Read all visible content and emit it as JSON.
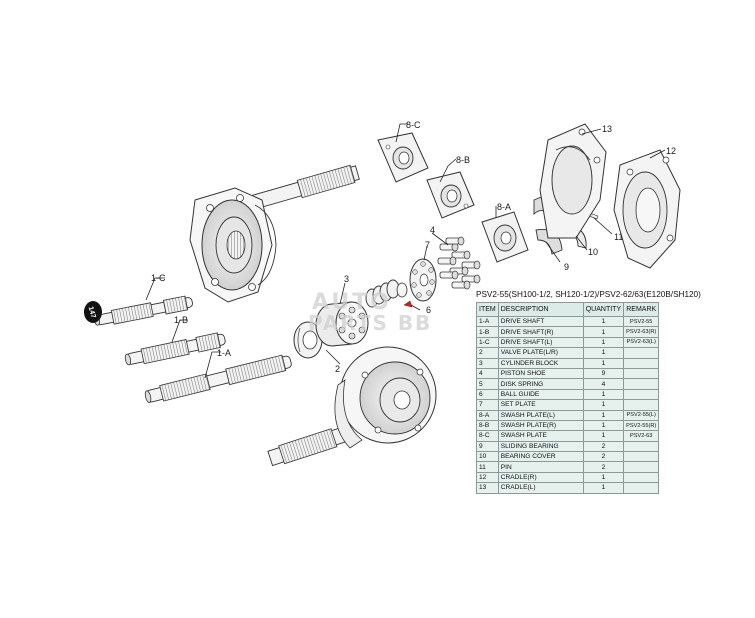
{
  "callouts": {
    "c1A": "1-A",
    "c1B": "1-B",
    "c1C": "1-C",
    "c2": "2",
    "c3": "3",
    "c4": "4",
    "c6": "6",
    "c7": "7",
    "c8A": "8-A",
    "c8B": "8-B",
    "c8C": "8-C",
    "c9": "9",
    "c10": "10",
    "c11": "11",
    "c12": "12",
    "c13": "13"
  },
  "page_badge": "147",
  "watermark": {
    "line1": "AUTO",
    "line2": "PARTS BB"
  },
  "table": {
    "title": "PSV2-55(SH100-1/2, SH120-1/2)/PSV2-62/63(E120B/SH120)",
    "headers": {
      "item": "ITEM",
      "description": "DESCRIPTION",
      "quantity": "QUANTITY",
      "remark": "REMARK"
    },
    "rows": [
      {
        "item": "1-A",
        "description": "DRIVE SHAFT",
        "quantity": "1",
        "remark": "PSV2-55"
      },
      {
        "item": "1-B",
        "description": "DRIVE SHAFT(R)",
        "quantity": "1",
        "remark": "PSV2-63(R)"
      },
      {
        "item": "1-C",
        "description": "DRIVE SHAFT(L)",
        "quantity": "1",
        "remark": "PSV2-63(L)"
      },
      {
        "item": "2",
        "description": "VALVE PLATE(L/R)",
        "quantity": "1",
        "remark": ""
      },
      {
        "item": "3",
        "description": "CYLINDER BLOCK",
        "quantity": "1",
        "remark": ""
      },
      {
        "item": "4",
        "description": "PISTON SHOE",
        "quantity": "9",
        "remark": ""
      },
      {
        "item": "5",
        "description": "DISK SPRING",
        "quantity": "4",
        "remark": ""
      },
      {
        "item": "6",
        "description": "BALL GUIDE",
        "quantity": "1",
        "remark": ""
      },
      {
        "item": "7",
        "description": "SET PLATE",
        "quantity": "1",
        "remark": ""
      },
      {
        "item": "8-A",
        "description": "SWASH PLATE(L)",
        "quantity": "1",
        "remark": "PSV2-55(L)"
      },
      {
        "item": "8-B",
        "description": "SWASH PLATE(R)",
        "quantity": "1",
        "remark": "PSV2-55(R)"
      },
      {
        "item": "8-C",
        "description": "SWASH PLATE",
        "quantity": "1",
        "remark": "PSV2-63"
      },
      {
        "item": "9",
        "description": "SLIDING BEARING",
        "quantity": "2",
        "remark": ""
      },
      {
        "item": "10",
        "description": "BEARING COVER",
        "quantity": "2",
        "remark": ""
      },
      {
        "item": "11",
        "description": "PIN",
        "quantity": "2",
        "remark": ""
      },
      {
        "item": "12",
        "description": "CRADLE(R)",
        "quantity": "1",
        "remark": ""
      },
      {
        "item": "13",
        "description": "CRADLE(L)",
        "quantity": "1",
        "remark": ""
      }
    ]
  }
}
